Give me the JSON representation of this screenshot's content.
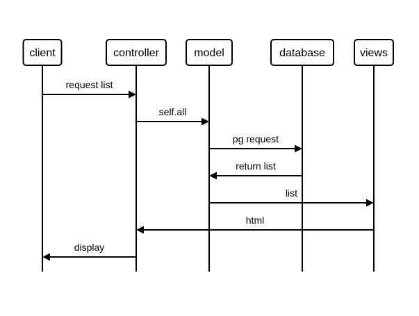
{
  "diagram": {
    "type": "sequence",
    "participants": [
      {
        "id": "client",
        "label": "client"
      },
      {
        "id": "controller",
        "label": "controller"
      },
      {
        "id": "model",
        "label": "model"
      },
      {
        "id": "database",
        "label": "database"
      },
      {
        "id": "views",
        "label": "views"
      }
    ],
    "messages": [
      {
        "from": "client",
        "to": "controller",
        "label": "request list"
      },
      {
        "from": "controller",
        "to": "model",
        "label": "self.all"
      },
      {
        "from": "model",
        "to": "database",
        "label": "pg request"
      },
      {
        "from": "database",
        "to": "model",
        "label": "return list"
      },
      {
        "from": "model",
        "to": "views",
        "label": "list"
      },
      {
        "from": "views",
        "to": "controller",
        "label": "html"
      },
      {
        "from": "controller",
        "to": "client",
        "label": "display"
      }
    ]
  }
}
